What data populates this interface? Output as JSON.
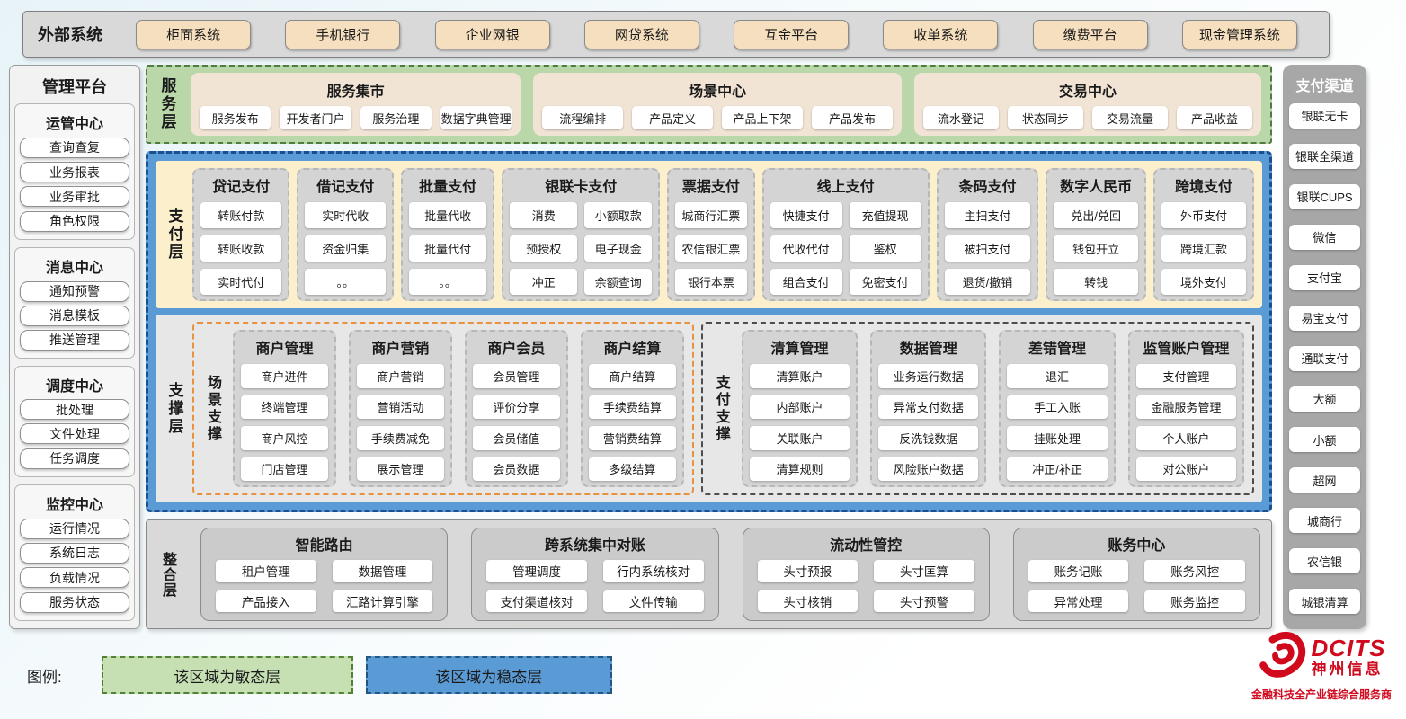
{
  "external_systems": {
    "label": "外部系统",
    "items": [
      "柜面系统",
      "手机银行",
      "企业网银",
      "网贷系统",
      "互金平台",
      "收单系统",
      "缴费平台",
      "现金管理系统"
    ]
  },
  "management_platform": {
    "title": "管理平台",
    "sections": [
      {
        "title": "运管中心",
        "items": [
          "查询查复",
          "业务报表",
          "业务审批",
          "角色权限"
        ]
      },
      {
        "title": "消息中心",
        "items": [
          "通知预警",
          "消息模板",
          "推送管理"
        ]
      },
      {
        "title": "调度中心",
        "items": [
          "批处理",
          "文件处理",
          "任务调度"
        ]
      },
      {
        "title": "监控中心",
        "items": [
          "运行情况",
          "系统日志",
          "负载情况",
          "服务状态"
        ]
      }
    ]
  },
  "service_layer": {
    "label": "服务层",
    "groups": [
      {
        "title": "服务集市",
        "items": [
          "服务发布",
          "开发者门户",
          "服务治理",
          "数据字典管理"
        ]
      },
      {
        "title": "场景中心",
        "items": [
          "流程编排",
          "产品定义",
          "产品上下架",
          "产品发布"
        ]
      },
      {
        "title": "交易中心",
        "items": [
          "流水登记",
          "状态同步",
          "交易流量",
          "产品收益"
        ]
      }
    ]
  },
  "payment_layer": {
    "label": "支付层",
    "columns": [
      {
        "title": "贷记支付",
        "cols": 1,
        "items": [
          "转账付款",
          "转账收款",
          "实时代付"
        ]
      },
      {
        "title": "借记支付",
        "cols": 1,
        "items": [
          "实时代收",
          "资金归集",
          "。。"
        ]
      },
      {
        "title": "批量支付",
        "cols": 1,
        "items": [
          "批量代收",
          "批量代付",
          "。。"
        ]
      },
      {
        "title": "银联卡支付",
        "cols": 2,
        "items": [
          "消费",
          "小额取款",
          "预授权",
          "电子现金",
          "冲正",
          "余额查询"
        ]
      },
      {
        "title": "票据支付",
        "cols": 1,
        "items": [
          "城商行汇票",
          "农信银汇票",
          "银行本票"
        ]
      },
      {
        "title": "线上支付",
        "cols": 2,
        "items": [
          "快捷支付",
          "充值提现",
          "代收代付",
          "鉴权",
          "组合支付",
          "免密支付"
        ]
      },
      {
        "title": "条码支付",
        "cols": 1,
        "items": [
          "主扫支付",
          "被扫支付",
          "退货/撤销"
        ]
      },
      {
        "title": "数字人民币",
        "cols": 1,
        "items": [
          "兑出/兑回",
          "钱包开立",
          "转钱"
        ]
      },
      {
        "title": "跨境支付",
        "cols": 1,
        "items": [
          "外币支付",
          "跨境汇款",
          "境外支付"
        ]
      }
    ]
  },
  "support_layer": {
    "label": "支撑层",
    "scene_support": {
      "label": "场景支撑",
      "columns": [
        {
          "title": "商户管理",
          "items": [
            "商户进件",
            "终端管理",
            "商户风控",
            "门店管理"
          ]
        },
        {
          "title": "商户营销",
          "items": [
            "商户营销",
            "营销活动",
            "手续费减免",
            "展示管理"
          ]
        },
        {
          "title": "商户会员",
          "items": [
            "会员管理",
            "评价分享",
            "会员储值",
            "会员数据"
          ]
        },
        {
          "title": "商户结算",
          "items": [
            "商户结算",
            "手续费结算",
            "营销费结算",
            "多级结算"
          ]
        }
      ]
    },
    "payment_support": {
      "label": "支付支撑",
      "columns": [
        {
          "title": "清算管理",
          "items": [
            "清算账户",
            "内部账户",
            "关联账户",
            "清算规则"
          ]
        },
        {
          "title": "数据管理",
          "items": [
            "业务运行数据",
            "异常支付数据",
            "反洗钱数据",
            "风险账户数据"
          ]
        },
        {
          "title": "差错管理",
          "items": [
            "退汇",
            "手工入账",
            "挂账处理",
            "冲正/补正"
          ]
        },
        {
          "title": "监管账户管理",
          "items": [
            "支付管理",
            "金融服务管理",
            "个人账户",
            "对公账户"
          ]
        }
      ]
    }
  },
  "integration_layer": {
    "label": "整合层",
    "groups": [
      {
        "title": "智能路由",
        "items": [
          "租户管理",
          "数据管理",
          "产品接入",
          "汇路计算引擎"
        ]
      },
      {
        "title": "跨系统集中对账",
        "items": [
          "管理调度",
          "行内系统核对",
          "支付渠道核对",
          "文件传输"
        ]
      },
      {
        "title": "流动性管控",
        "items": [
          "头寸预报",
          "头寸匡算",
          "头寸核销",
          "头寸预警"
        ]
      },
      {
        "title": "账务中心",
        "items": [
          "账务记账",
          "账务风控",
          "异常处理",
          "账务监控"
        ]
      }
    ]
  },
  "payment_channels": {
    "title": "支付渠道",
    "items": [
      "银联无卡",
      "银联全渠道",
      "银联CUPS",
      "微信",
      "支付宝",
      "易宝支付",
      "通联支付",
      "大额",
      "小额",
      "超网",
      "城商行",
      "农信银",
      "城银清算"
    ]
  },
  "legend": {
    "label": "图例:",
    "agile": "该区域为敏态层",
    "stable": "该区域为稳态层"
  },
  "logo": {
    "name": "DCITS",
    "company": "神州信息",
    "tagline": "金融科技全产业链综合服务商"
  },
  "colors": {
    "agile_green_fill": "#b9d7a8",
    "agile_green_border": "#4f7b3f",
    "stable_blue_fill": "#5b9bd5",
    "stable_blue_border": "#1c4f8d",
    "payment_band_cream": "#fcf0cc",
    "support_band_gray": "#e8e7e7",
    "column_gray": "#d4d4d4",
    "service_group_beige": "#f2e4d5",
    "external_button_tan": "#f5dfbf",
    "scene_support_border_orange": "#e8913f",
    "brand_red": "#d0091d"
  }
}
